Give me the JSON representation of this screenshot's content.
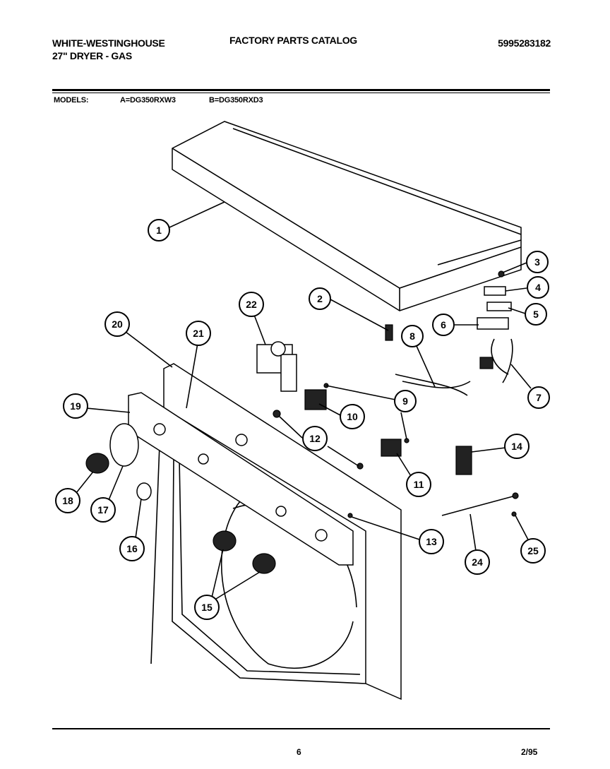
{
  "header": {
    "brand": "WHITE-WESTINGHOUSE",
    "product": "27\" DRYER - GAS",
    "catalog_title": "FACTORY PARTS CATALOG",
    "part_number": "5995283182"
  },
  "models": {
    "label": "MODELS:",
    "a": "A=DG350RXW3",
    "b": "B=DG350RXD3"
  },
  "callouts": [
    "1",
    "2",
    "3",
    "4",
    "5",
    "6",
    "7",
    "8",
    "9",
    "10",
    "11",
    "12",
    "13",
    "14",
    "15",
    "16",
    "17",
    "18",
    "19",
    "20",
    "21",
    "22",
    "24",
    "25"
  ],
  "footer": {
    "page": "6",
    "date": "2/95"
  }
}
